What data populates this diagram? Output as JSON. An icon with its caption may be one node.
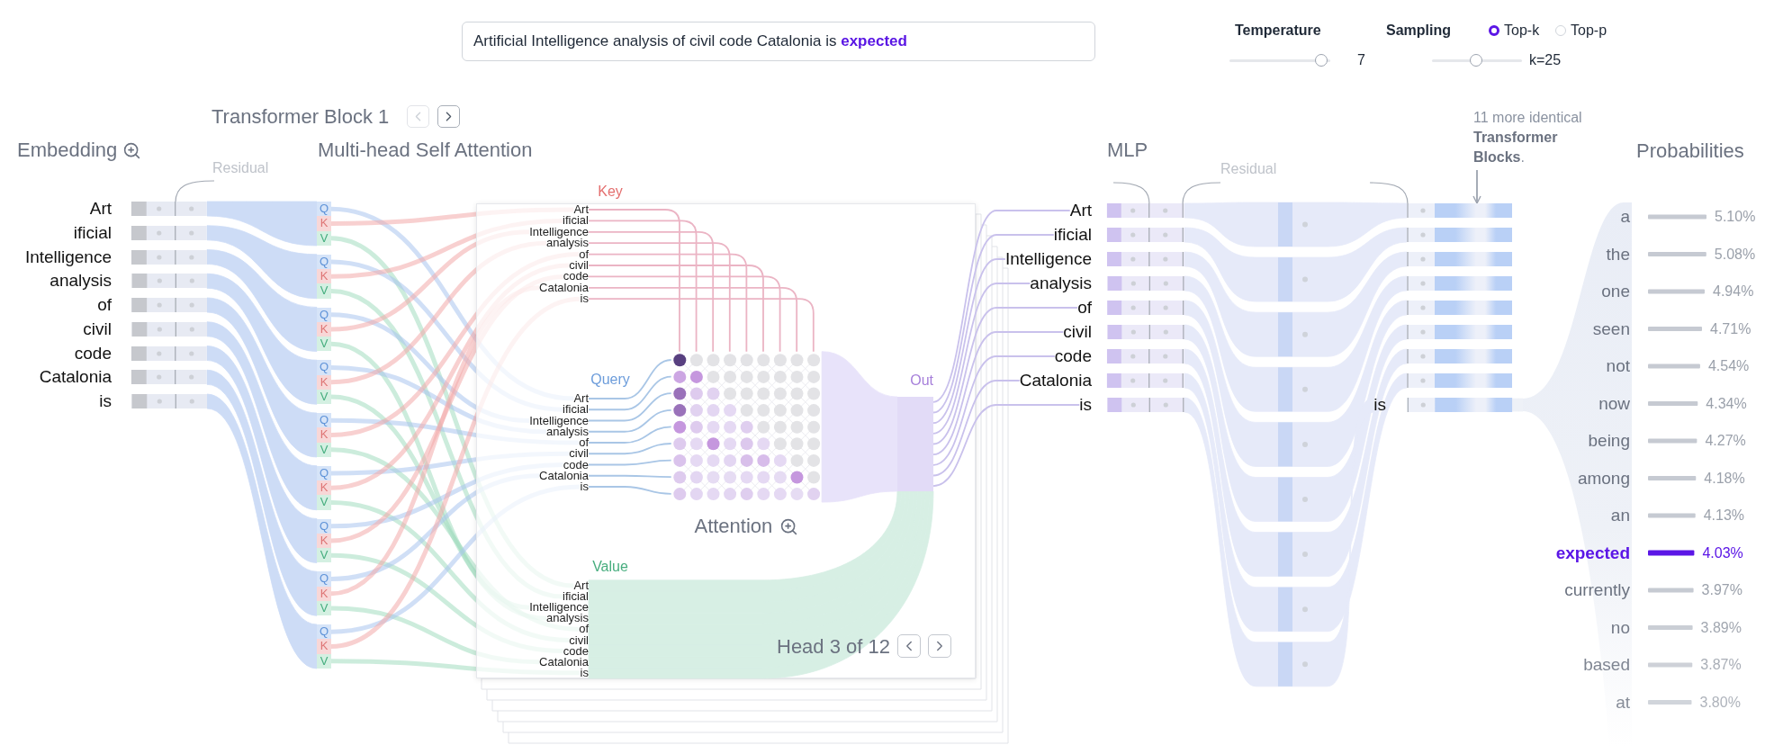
{
  "diagram": {
    "nodes": [
      {
        "text": [
          "Art"
        ]
      },
      {
        "text": [
          "ificial"
        ]
      },
      {
        "text": [
          "Intelligence"
        ]
      },
      {
        "text": [
          "analysis"
        ]
      },
      {
        "text": [
          "of"
        ]
      },
      {
        "text": [
          "civil"
        ]
      },
      {
        "text": [
          "code"
        ]
      },
      {
        "text": [
          "Catalonia"
        ]
      },
      {
        "text": [
          "is"
        ]
      },
      {
        "text": [
          "Q",
          "K",
          "V"
        ]
      },
      {
        "text": [
          "Q",
          "K",
          "V"
        ]
      },
      {
        "text": [
          "Q",
          "K",
          "V"
        ]
      },
      {
        "text": [
          "Q",
          "K",
          "V"
        ]
      },
      {
        "text": [
          "Q",
          "K",
          "V"
        ]
      },
      {
        "text": [
          "Q",
          "K",
          "V"
        ]
      },
      {
        "text": [
          "Q",
          "K",
          "V"
        ]
      },
      {
        "text": [
          "Q",
          "K",
          "V"
        ]
      },
      {
        "text": [
          "Q",
          "K",
          "V"
        ]
      },
      {
        "text": [
          "Head 3 of 12"
        ]
      },
      {
        "text": [
          "Art"
        ],
        "in": 18
      },
      {
        "text": [
          "ificial"
        ],
        "in": 18
      },
      {
        "text": [
          "Intelligence"
        ],
        "in": 18
      },
      {
        "text": [
          "analysis"
        ],
        "in": 18
      },
      {
        "text": [
          "of"
        ],
        "in": 18
      },
      {
        "text": [
          "civil"
        ],
        "in": 18
      },
      {
        "text": [
          "code"
        ],
        "in": 18
      },
      {
        "text": [
          "Catalonia"
        ],
        "in": 18
      },
      {
        "text": [
          "is"
        ],
        "in": 18
      },
      {
        "text": [
          "Art"
        ],
        "in": 18
      },
      {
        "text": [
          "ificial"
        ],
        "in": 18
      },
      {
        "text": [
          "Intelligence"
        ],
        "in": 18
      },
      {
        "text": [
          "analysis"
        ],
        "in": 18
      },
      {
        "text": [
          "of"
        ],
        "in": 18
      },
      {
        "text": [
          "civil"
        ],
        "in": 18
      },
      {
        "text": [
          "code"
        ],
        "in": 18
      },
      {
        "text": [
          "Catalonia"
        ],
        "in": 18
      },
      {
        "text": [
          "is"
        ],
        "in": 18
      },
      {
        "text": [
          "Art"
        ],
        "in": 18
      },
      {
        "text": [
          "ificial"
        ],
        "in": 18
      },
      {
        "text": [
          "Intelligence"
        ],
        "in": 18
      },
      {
        "text": [
          "analysis"
        ],
        "in": 18
      },
      {
        "text": [
          "of"
        ],
        "in": 18
      },
      {
        "text": [
          "civil"
        ],
        "in": 18
      },
      {
        "text": [
          "code"
        ],
        "in": 18
      },
      {
        "text": [
          "Catalonia"
        ],
        "in": 18
      },
      {
        "text": [
          "is"
        ],
        "in": 18
      },
      {
        "text": [
          "Attention"
        ],
        "in": 18
      },
      {
        "text": [
          "Out"
        ],
        "in": 18
      },
      {
        "text": [
          "Art"
        ]
      },
      {
        "text": [
          "ificial"
        ]
      },
      {
        "text": [
          "Intelligence"
        ]
      },
      {
        "text": [
          "analysis"
        ]
      },
      {
        "text": [
          "of"
        ]
      },
      {
        "text": [
          "civil"
        ]
      },
      {
        "text": [
          "code"
        ]
      },
      {
        "text": [
          "Catalonia"
        ]
      },
      {
        "text": [
          "is"
        ]
      },
      {
        "text": [],
        "shape": "bar"
      },
      {
        "text": [],
        "shape": "bar"
      },
      {
        "text": [],
        "shape": "bar"
      },
      {
        "text": [],
        "shape": "bar"
      },
      {
        "text": [],
        "shape": "bar"
      },
      {
        "text": [],
        "shape": "bar"
      },
      {
        "text": [],
        "shape": "bar"
      },
      {
        "text": [],
        "shape": "bar"
      },
      {
        "text": [
          "is"
        ]
      },
      {
        "text": [
          "11 more identical **Transformer Blocks**."
        ]
      },
      {
        "text": [],
        "shape": "funnel"
      }
    ],
    "edges": [
      {
        "from": 0,
        "to": 9,
        "arrow": "none",
        "style": "thick",
        "color": "#cddcf6"
      },
      {
        "from": 1,
        "to": 10,
        "arrow": "none",
        "style": "thick",
        "color": "#cddcf6"
      },
      {
        "from": 2,
        "to": 11,
        "arrow": "none",
        "style": "thick",
        "color": "#cddcf6"
      },
      {
        "from": 3,
        "to": 12,
        "arrow": "none",
        "style": "thick",
        "color": "#cddcf6"
      },
      {
        "from": 4,
        "to": 13,
        "arrow": "none",
        "style": "thick",
        "color": "#cddcf6"
      },
      {
        "from": 5,
        "to": 14,
        "arrow": "none",
        "style": "thick",
        "color": "#cddcf6"
      },
      {
        "from": 6,
        "to": 15,
        "arrow": "none",
        "style": "thick",
        "color": "#cddcf6"
      },
      {
        "from": 7,
        "to": 16,
        "arrow": "none",
        "style": "thick",
        "color": "#cddcf6"
      },
      {
        "from": 8,
        "to": 17,
        "arrow": "none",
        "style": "thick",
        "color": "#cddcf6"
      },
      {
        "from": 9,
        "to": 28,
        "arrow": "none",
        "style": "thick",
        "color": "#a9c4ee"
      },
      {
        "from": 9,
        "to": 19,
        "arrow": "none",
        "style": "thick",
        "color": "#f2a9a9"
      },
      {
        "from": 9,
        "to": 37,
        "arrow": "none",
        "style": "thick",
        "color": "#a3dcc0"
      },
      {
        "from": 10,
        "to": 29,
        "arrow": "none",
        "style": "thick",
        "color": "#a9c4ee"
      },
      {
        "from": 10,
        "to": 20,
        "arrow": "none",
        "style": "thick",
        "color": "#f2a9a9"
      },
      {
        "from": 10,
        "to": 38,
        "arrow": "none",
        "style": "thick",
        "color": "#a3dcc0"
      },
      {
        "from": 11,
        "to": 30,
        "arrow": "none",
        "style": "thick",
        "color": "#a9c4ee"
      },
      {
        "from": 11,
        "to": 21,
        "arrow": "none",
        "style": "thick",
        "color": "#f2a9a9"
      },
      {
        "from": 11,
        "to": 39,
        "arrow": "none",
        "style": "thick",
        "color": "#a3dcc0"
      },
      {
        "from": 12,
        "to": 31,
        "arrow": "none",
        "style": "thick",
        "color": "#a9c4ee"
      },
      {
        "from": 12,
        "to": 22,
        "arrow": "none",
        "style": "thick",
        "color": "#f2a9a9"
      },
      {
        "from": 12,
        "to": 40,
        "arrow": "none",
        "style": "thick",
        "color": "#a3dcc0"
      },
      {
        "from": 13,
        "to": 32,
        "arrow": "none",
        "style": "thick",
        "color": "#a9c4ee"
      },
      {
        "from": 13,
        "to": 23,
        "arrow": "none",
        "style": "thick",
        "color": "#f2a9a9"
      },
      {
        "from": 13,
        "to": 41,
        "arrow": "none",
        "style": "thick",
        "color": "#a3dcc0"
      },
      {
        "from": 14,
        "to": 33,
        "arrow": "none",
        "style": "thick",
        "color": "#a9c4ee"
      },
      {
        "from": 14,
        "to": 24,
        "arrow": "none",
        "style": "thick",
        "color": "#f2a9a9"
      },
      {
        "from": 14,
        "to": 42,
        "arrow": "none",
        "style": "thick",
        "color": "#a3dcc0"
      },
      {
        "from": 15,
        "to": 34,
        "arrow": "none",
        "style": "thick",
        "color": "#a9c4ee"
      },
      {
        "from": 15,
        "to": 25,
        "arrow": "none",
        "style": "thick",
        "color": "#f2a9a9"
      },
      {
        "from": 15,
        "to": 43,
        "arrow": "none",
        "style": "thick",
        "color": "#a3dcc0"
      },
      {
        "from": 16,
        "to": 35,
        "arrow": "none",
        "style": "thick",
        "color": "#a9c4ee"
      },
      {
        "from": 16,
        "to": 26,
        "arrow": "none",
        "style": "thick",
        "color": "#f2a9a9"
      },
      {
        "from": 16,
        "to": 44,
        "arrow": "none",
        "style": "thick",
        "color": "#a3dcc0"
      },
      {
        "from": 17,
        "to": 36,
        "arrow": "none",
        "style": "thick",
        "color": "#a9c4ee"
      },
      {
        "from": 17,
        "to": 27,
        "arrow": "none",
        "style": "thick",
        "color": "#f2a9a9"
      },
      {
        "from": 17,
        "to": 45,
        "arrow": "none",
        "style": "thick",
        "color": "#a3dcc0"
      },
      {
        "from": 19,
        "to": 46,
        "arrow": "none",
        "color": "#ebb4c4"
      },
      {
        "from": 20,
        "to": 46,
        "arrow": "none",
        "color": "#ebb4c4"
      },
      {
        "from": 21,
        "to": 46,
        "arrow": "none",
        "color": "#ebb4c4"
      },
      {
        "from": 22,
        "to": 46,
        "arrow": "none",
        "color": "#ebb4c4"
      },
      {
        "from": 23,
        "to": 46,
        "arrow": "none",
        "color": "#ebb4c4"
      },
      {
        "from": 24,
        "to": 46,
        "arrow": "none",
        "color": "#ebb4c4"
      },
      {
        "from": 25,
        "to": 46,
        "arrow": "none",
        "color": "#ebb4c4"
      },
      {
        "from": 26,
        "to": 46,
        "arrow": "none",
        "color": "#ebb4c4"
      },
      {
        "from": 27,
        "to": 46,
        "arrow": "none",
        "color": "#ebb4c4"
      },
      {
        "from": 28,
        "to": 46,
        "arrow": "none",
        "color": "#a9c6e6"
      },
      {
        "from": 29,
        "to": 46,
        "arrow": "none",
        "color": "#a9c6e6"
      },
      {
        "from": 30,
        "to": 46,
        "arrow": "none",
        "color": "#a9c6e6"
      },
      {
        "from": 31,
        "to": 46,
        "arrow": "none",
        "color": "#a9c6e6"
      },
      {
        "from": 32,
        "to": 46,
        "arrow": "none",
        "color": "#a9c6e6"
      },
      {
        "from": 33,
        "to": 46,
        "arrow": "none",
        "color": "#a9c6e6"
      },
      {
        "from": 34,
        "to": 46,
        "arrow": "none",
        "color": "#a9c6e6"
      },
      {
        "from": 35,
        "to": 46,
        "arrow": "none",
        "color": "#a9c6e6"
      },
      {
        "from": 36,
        "to": 46,
        "arrow": "none",
        "color": "#a9c6e6"
      },
      {
        "from": 37,
        "to": 47,
        "arrow": "none",
        "style": "thick",
        "color": "#d7efe4"
      },
      {
        "from": 38,
        "to": 47,
        "arrow": "none",
        "style": "thick",
        "color": "#d7efe4"
      },
      {
        "from": 39,
        "to": 47,
        "arrow": "none",
        "style": "thick",
        "color": "#d7efe4"
      },
      {
        "from": 40,
        "to": 47,
        "arrow": "none",
        "style": "thick",
        "color": "#d7efe4"
      },
      {
        "from": 41,
        "to": 47,
        "arrow": "none",
        "style": "thick",
        "color": "#d7efe4"
      },
      {
        "from": 42,
        "to": 47,
        "arrow": "none",
        "style": "thick",
        "color": "#d7efe4"
      },
      {
        "from": 43,
        "to": 47,
        "arrow": "none",
        "style": "thick",
        "color": "#d7efe4"
      },
      {
        "from": 44,
        "to": 47,
        "arrow": "none",
        "style": "thick",
        "color": "#d7efe4"
      },
      {
        "from": 45,
        "to": 47,
        "arrow": "none",
        "style": "thick",
        "color": "#d7efe4"
      },
      {
        "from": 46,
        "to": 47,
        "arrow": "none",
        "style": "thick",
        "color": "#e8e3fa"
      },
      {
        "from": 47,
        "to": 48,
        "arrow": "none",
        "color": "#c9c1ec"
      },
      {
        "from": 47,
        "to": 49,
        "arrow": "none",
        "color": "#c9c1ec"
      },
      {
        "from": 47,
        "to": 50,
        "arrow": "none",
        "color": "#c9c1ec"
      },
      {
        "from": 47,
        "to": 51,
        "arrow": "none",
        "color": "#c9c1ec"
      },
      {
        "from": 47,
        "to": 52,
        "arrow": "none",
        "color": "#c9c1ec"
      },
      {
        "from": 47,
        "to": 53,
        "arrow": "none",
        "color": "#c9c1ec"
      },
      {
        "from": 47,
        "to": 54,
        "arrow": "none",
        "color": "#c9c1ec"
      },
      {
        "from": 47,
        "to": 55,
        "arrow": "none",
        "color": "#c9c1ec"
      },
      {
        "from": 47,
        "to": 56,
        "arrow": "none",
        "color": "#c9c1ec"
      },
      {
        "from": 48,
        "to": 57,
        "arrow": "none",
        "style": "thick",
        "color": "#e6eaf9"
      },
      {
        "from": 49,
        "to": 58,
        "arrow": "none",
        "style": "thick",
        "color": "#e6eaf9"
      },
      {
        "from": 50,
        "to": 59,
        "arrow": "none",
        "style": "thick",
        "color": "#e6eaf9"
      },
      {
        "from": 51,
        "to": 60,
        "arrow": "none",
        "style": "thick",
        "color": "#e6eaf9"
      },
      {
        "from": 52,
        "to": 61,
        "arrow": "none",
        "style": "thick",
        "color": "#e6eaf9"
      },
      {
        "from": 53,
        "to": 62,
        "arrow": "none",
        "style": "thick",
        "color": "#e6eaf9"
      },
      {
        "from": 54,
        "to": 63,
        "arrow": "none",
        "style": "thick",
        "color": "#e6eaf9"
      },
      {
        "from": 55,
        "to": 64,
        "arrow": "none",
        "style": "thick",
        "color": "#e6eaf9"
      },
      {
        "from": 56,
        "to": 65,
        "arrow": "none",
        "style": "thick",
        "color": "#e6eaf9"
      },
      {
        "from": 65,
        "to": 67,
        "arrow": "none",
        "style": "thick",
        "color": "#eef1f7"
      },
      {
        "from": 66,
        "to": 57,
        "arrow": "to",
        "color": "#9ca3af"
      }
    ],
    "labels": [
      "Artificial Intelligence analysis of civil code Catalonia is **expected**",
      "Temperature",
      "Sampling",
      "Top-k",
      "Top-p",
      "7",
      "k=25",
      "Transformer Block 1",
      "Embedding",
      "Multi-head Self Attention",
      "MLP",
      "Residual",
      "Residual",
      "Key",
      "Query",
      "Value",
      "Probabilities",
      "a",
      "5.10%",
      "the",
      "5.08%",
      "one",
      "4.94%",
      "seen",
      "4.71%",
      "not",
      "4.54%",
      "now",
      "4.34%",
      "being",
      "4.27%",
      "among",
      "4.18%",
      "an",
      "4.13%",
      "expected",
      "4.03%",
      "currently",
      "3.97%",
      "no",
      "3.89%",
      "based",
      "3.87%",
      "at",
      "3.80%"
    ]
  }
}
